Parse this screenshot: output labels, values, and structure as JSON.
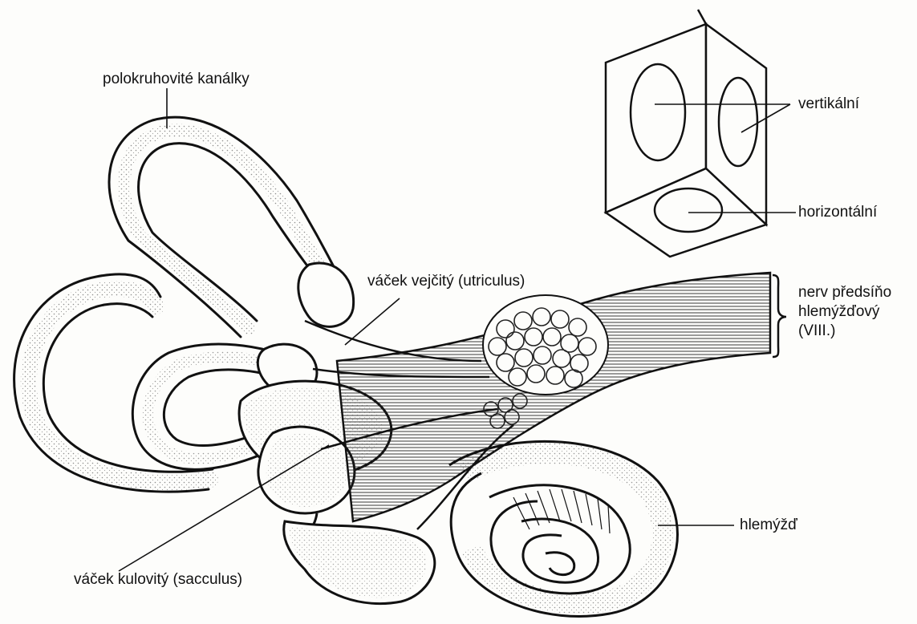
{
  "labels": {
    "canals": "polokruhovité kanálky",
    "utriculus": "váček vejčitý (utriculus)",
    "sacculus": "váček kulovitý (sacculus)",
    "vertical": "vertikální",
    "horizontal": "horizontální",
    "nerve_line1": "nerv předsíňo",
    "nerve_line2": "hlemýžďový",
    "nerve_line3": "(VIII.)",
    "cochlea": "hlemýžď"
  },
  "colors": {
    "ink": "#111111",
    "paper": "#fdfdfb",
    "stipple": "#333333"
  }
}
